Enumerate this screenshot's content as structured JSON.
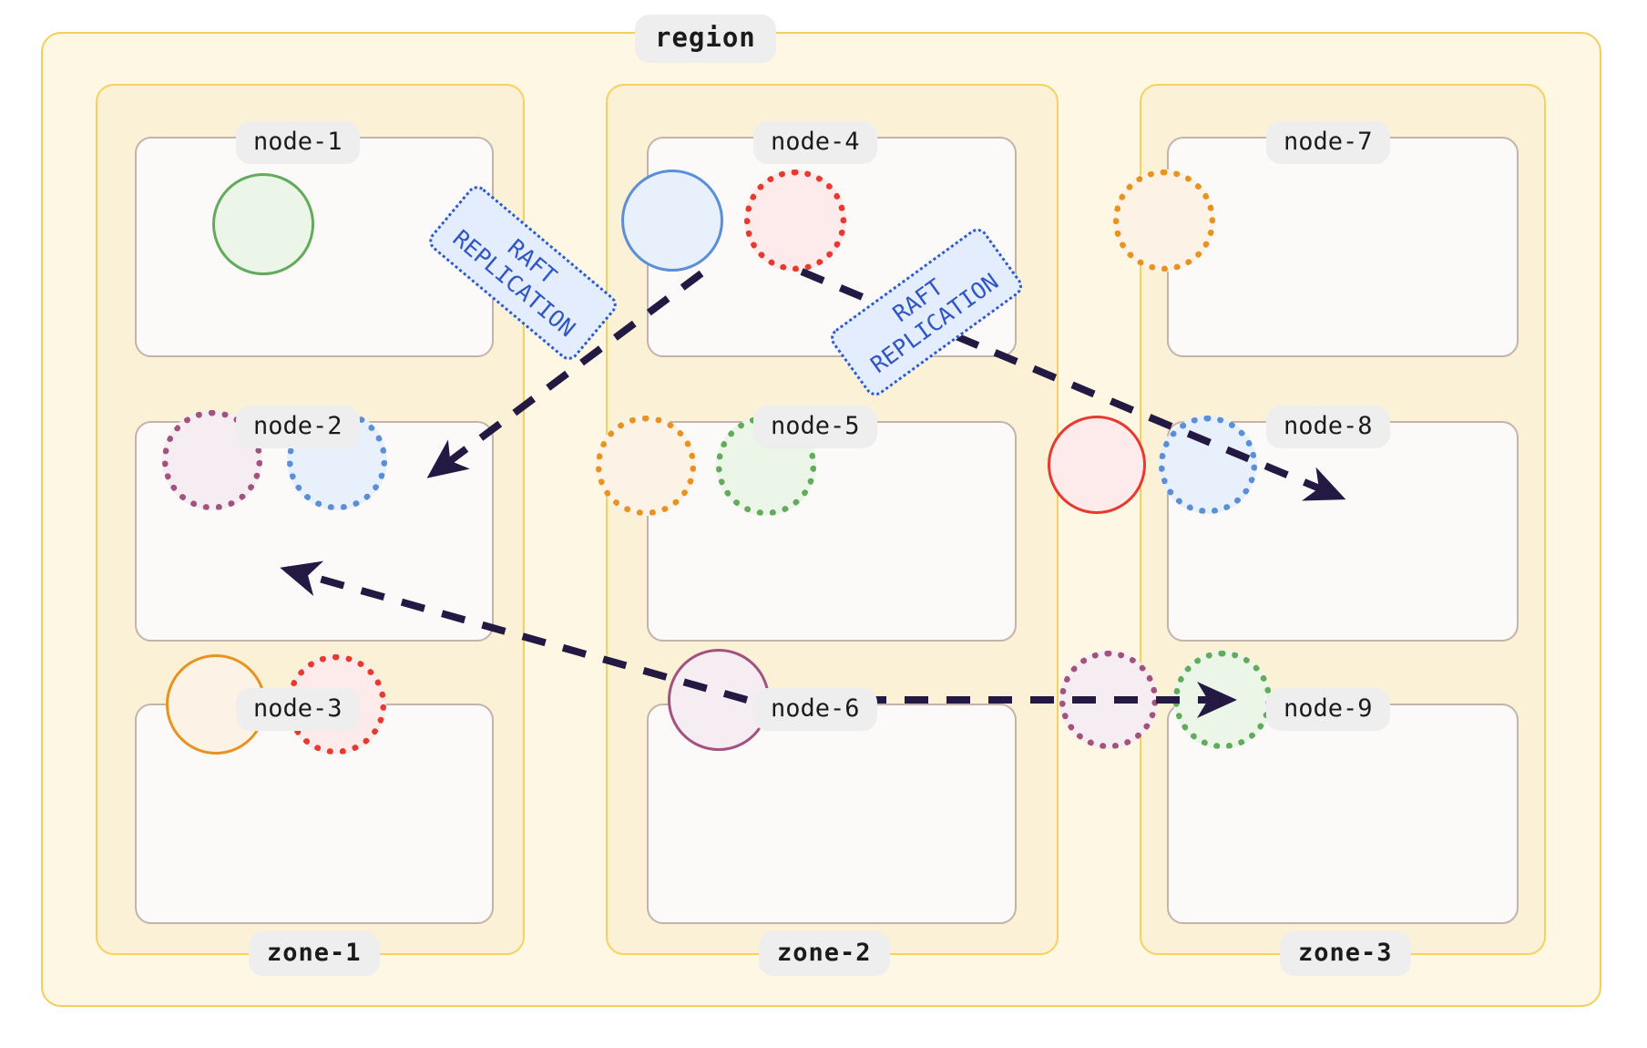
{
  "diagram": {
    "type": "cluster-topology",
    "region": {
      "label": "region"
    },
    "zones": [
      {
        "id": "zone-1",
        "label": "zone-1"
      },
      {
        "id": "zone-2",
        "label": "zone-2"
      },
      {
        "id": "zone-3",
        "label": "zone-3"
      }
    ],
    "nodes": [
      {
        "id": "node-1",
        "label": "node-1",
        "zone": "zone-1",
        "replicas": [
          {
            "color": "#63ab5c",
            "fill": "#ebf6e9",
            "style": "solid"
          }
        ]
      },
      {
        "id": "node-2",
        "label": "node-2",
        "zone": "zone-1",
        "replicas": [
          {
            "color": "#a1527e",
            "fill": "#f6edf3",
            "style": "dotted"
          },
          {
            "color": "#5a8fd8",
            "fill": "#e8f0fc",
            "style": "dotted"
          }
        ]
      },
      {
        "id": "node-3",
        "label": "node-3",
        "zone": "zone-1",
        "replicas": [
          {
            "color": "#e8921f",
            "fill": "#fdf2e6",
            "style": "solid"
          },
          {
            "color": "#e8392f",
            "fill": "#fdeaea",
            "style": "dotted"
          }
        ]
      },
      {
        "id": "node-4",
        "label": "node-4",
        "zone": "zone-2",
        "replicas": [
          {
            "color": "#5a8fd8",
            "fill": "#e8f0fc",
            "style": "solid"
          },
          {
            "color": "#e8392f",
            "fill": "#fdeaea",
            "style": "dotted"
          }
        ]
      },
      {
        "id": "node-5",
        "label": "node-5",
        "zone": "zone-2",
        "replicas": [
          {
            "color": "#e8921f",
            "fill": "#fdf2e6",
            "style": "dotted"
          },
          {
            "color": "#63ab5c",
            "fill": "#ebf6e9",
            "style": "dotted"
          }
        ]
      },
      {
        "id": "node-6",
        "label": "node-6",
        "zone": "zone-2",
        "replicas": [
          {
            "color": "#a1527e",
            "fill": "#f6edf3",
            "style": "solid"
          }
        ]
      },
      {
        "id": "node-7",
        "label": "node-7",
        "zone": "zone-3",
        "replicas": [
          {
            "color": "#e8921f",
            "fill": "#fdf2e6",
            "style": "dotted"
          }
        ]
      },
      {
        "id": "node-8",
        "label": "node-8",
        "zone": "zone-3",
        "replicas": [
          {
            "color": "#e8392f",
            "fill": "#fdeaea",
            "style": "solid"
          },
          {
            "color": "#5a8fd8",
            "fill": "#e8f0fc",
            "style": "dotted"
          }
        ]
      },
      {
        "id": "node-9",
        "label": "node-9",
        "zone": "zone-3",
        "replicas": [
          {
            "color": "#a1527e",
            "fill": "#f6edf3",
            "style": "dotted"
          },
          {
            "color": "#63ab5c",
            "fill": "#ebf6e9",
            "style": "dotted"
          }
        ]
      }
    ],
    "edges": [
      {
        "id": "edge-node4-node2",
        "from": "node-4",
        "to": "node-2",
        "label": "RAFT\nREPLICATION",
        "style": "dashed"
      },
      {
        "id": "edge-node4-node8",
        "from": "node-4",
        "to": "node-8",
        "label": "RAFT\nREPLICATION",
        "style": "dashed"
      },
      {
        "id": "edge-node6-node2",
        "from": "node-6",
        "to": "node-2",
        "label": "",
        "style": "dashed"
      },
      {
        "id": "edge-node6-node9",
        "from": "node-6",
        "to": "node-9",
        "label": "",
        "style": "dashed"
      }
    ],
    "colors": {
      "region_fill": "#fdf7e3",
      "region_stroke": "#f2cf5b",
      "zone_fill": "#fbf1d6",
      "zone_stroke": "#f5d25e",
      "node_fill": "#fbfaf8",
      "node_stroke": "#c4b2ad",
      "label_chip_fill": "#eeeeee",
      "edge_stroke": "#231942",
      "raft_tag_fill": "#e3edfd",
      "raft_tag_stroke": "#2f59c7",
      "raft_tag_text": "#2f56c4"
    }
  }
}
